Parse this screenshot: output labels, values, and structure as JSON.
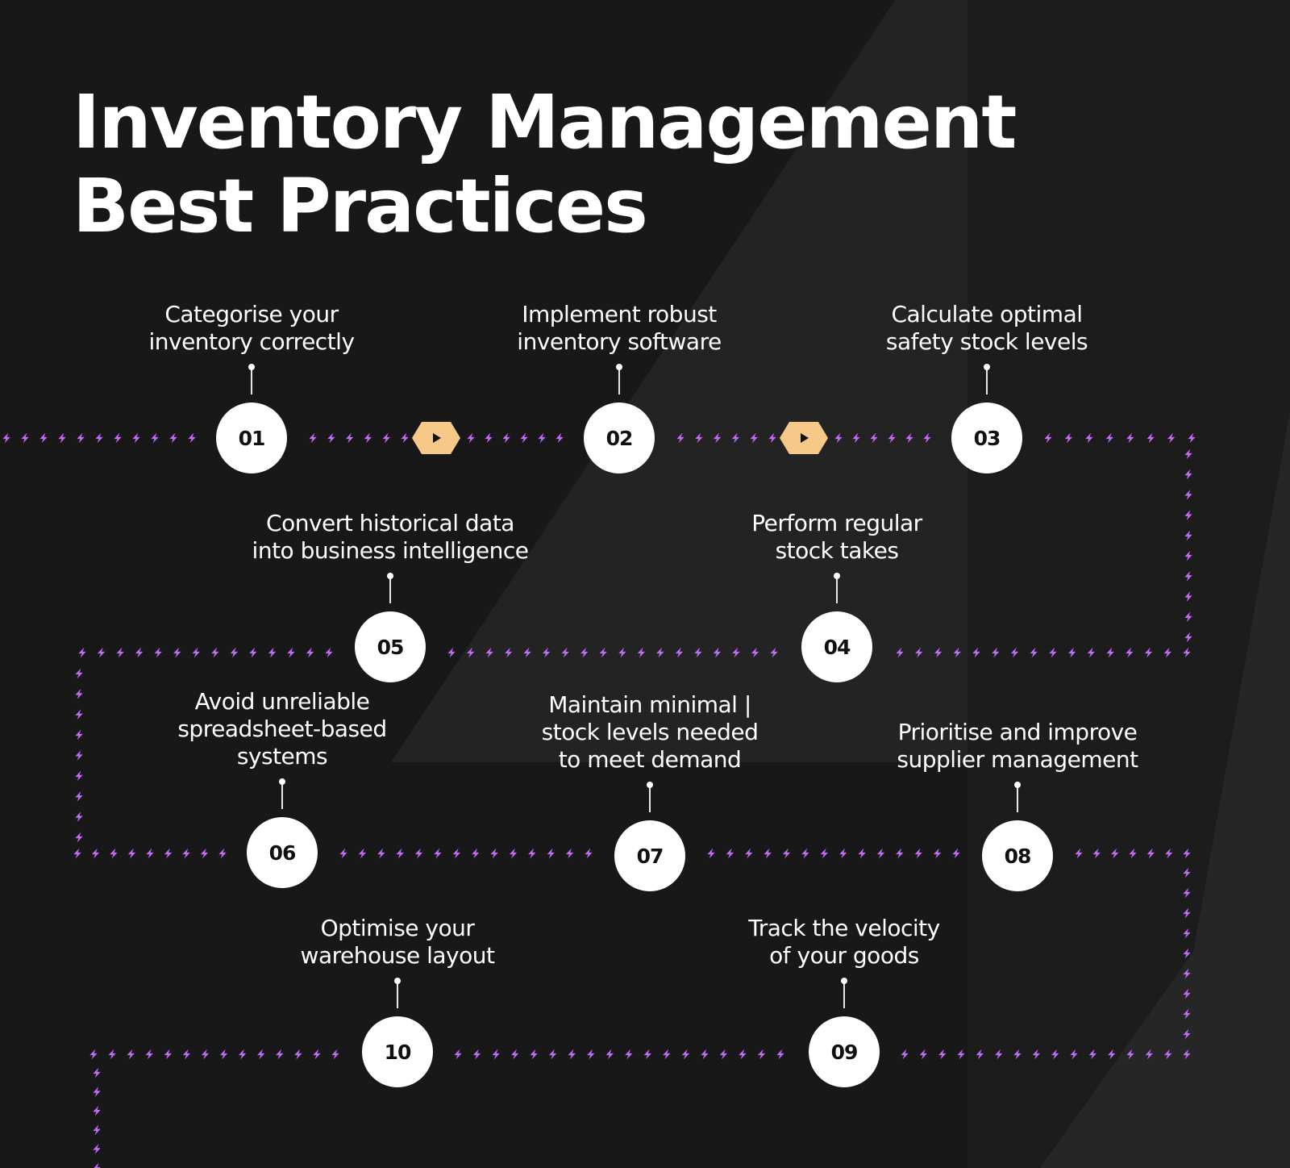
{
  "title": {
    "line1": "Inventory Management",
    "line2": "Best Practices"
  },
  "colors": {
    "background": "#181818",
    "panel": "#232323",
    "dots": "#c26bf5",
    "circle": "#ffffff",
    "number": "#111111",
    "accent": "#f6c989",
    "text": "#ffffff"
  },
  "icons": {
    "dots": "bolt-icon",
    "arrow": "play-icon"
  },
  "steps": [
    {
      "number": "01",
      "lines": [
        "Categorise your",
        "inventory correctly"
      ]
    },
    {
      "number": "02",
      "lines": [
        "Implement robust",
        "inventory software"
      ]
    },
    {
      "number": "03",
      "lines": [
        "Calculate optimal",
        "safety stock levels"
      ]
    },
    {
      "number": "04",
      "lines": [
        "Perform regular",
        "stock takes"
      ]
    },
    {
      "number": "05",
      "lines": [
        "Convert historical data",
        "into business intelligence"
      ]
    },
    {
      "number": "06",
      "lines": [
        "Avoid unreliable",
        "spreadsheet-based",
        "systems"
      ]
    },
    {
      "number": "07",
      "lines": [
        "Maintain minimal |",
        "stock levels needed",
        "to meet demand"
      ]
    },
    {
      "number": "08",
      "lines": [
        "Prioritise and improve",
        "supplier management"
      ]
    },
    {
      "number": "09",
      "lines": [
        "Track the velocity",
        "of your goods"
      ]
    },
    {
      "number": "10",
      "lines": [
        "Optimise your",
        "warehouse layout"
      ]
    }
  ]
}
